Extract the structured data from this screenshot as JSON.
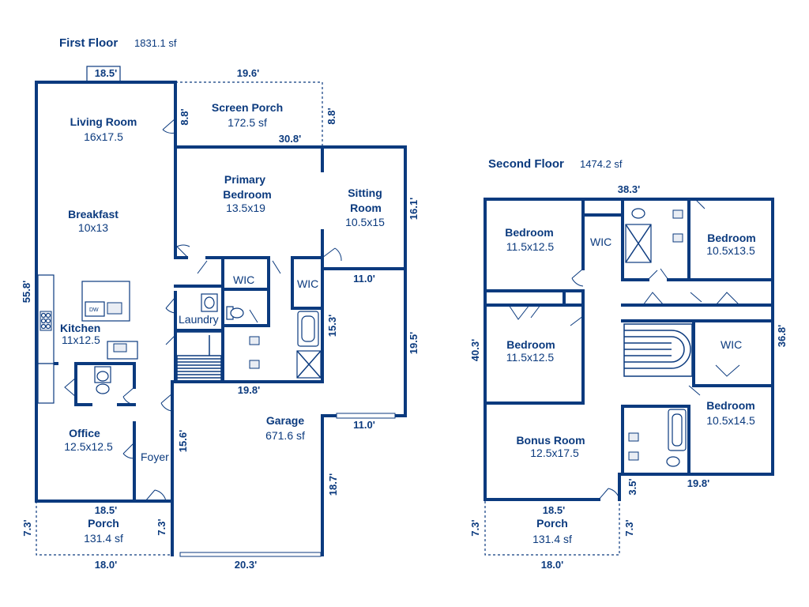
{
  "first_floor": {
    "title": "First Floor",
    "area": "1831.1 sf",
    "rooms": {
      "living_room": {
        "name": "Living Room",
        "size": "16x17.5"
      },
      "screen_porch": {
        "name": "Screen Porch",
        "size": "172.5 sf"
      },
      "primary_bedroom": {
        "name1": "Primary",
        "name2": "Bedroom",
        "size": "13.5x19"
      },
      "sitting_room": {
        "name1": "Sitting",
        "name2": "Room",
        "size": "10.5x15"
      },
      "breakfast": {
        "name": "Breakfast",
        "size": "10x13"
      },
      "kitchen": {
        "name": "Kitchen",
        "size": "11x12.5"
      },
      "wic1": {
        "name": "WIC"
      },
      "wic2": {
        "name": "WIC"
      },
      "laundry": {
        "name": "Laundry"
      },
      "office": {
        "name": "Office",
        "size": "12.5x12.5"
      },
      "foyer": {
        "name": "Foyer"
      },
      "garage": {
        "name": "Garage",
        "size": "671.6 sf"
      },
      "porch": {
        "name": "Porch",
        "size": "131.4 sf"
      }
    },
    "fixtures": {
      "dw": "DW"
    },
    "dims": {
      "fireplace": "18.5'",
      "porch_top": "19.6'",
      "porch_left": "8.8'",
      "porch_right": "8.8'",
      "porch_bottom": "30.8'",
      "sitting_right": "16.1'",
      "left_total": "55.8'",
      "sitting_bottom": "11.0'",
      "bath_height": "15.3'",
      "garage_right": "19.5'",
      "garage_top": "19.8'",
      "garage_step": "11.0'",
      "foyer_height": "15.6'",
      "garage_lower": "18.7'",
      "front_width": "18.5'",
      "porch_left_depth": "7.3'",
      "porch_right_depth": "7.3'",
      "porch_width": "18.0'",
      "garage_width": "20.3'"
    }
  },
  "second_floor": {
    "title": "Second Floor",
    "area": "1474.2 sf",
    "rooms": {
      "bedroom1": {
        "name": "Bedroom",
        "size": "11.5x12.5"
      },
      "wic_a": {
        "name": "WIC"
      },
      "bedroom2": {
        "name": "Bedroom",
        "size": "10.5x13.5"
      },
      "bedroom3": {
        "name": "Bedroom",
        "size": "11.5x12.5"
      },
      "wic_b": {
        "name": "WIC"
      },
      "bedroom4": {
        "name": "Bedroom",
        "size": "10.5x14.5"
      },
      "bonus_room": {
        "name": "Bonus Room",
        "size": "12.5x17.5"
      },
      "porch": {
        "name": "Porch",
        "size": "131.4 sf"
      }
    },
    "dims": {
      "top_width": "38.3'",
      "left_height": "40.3'",
      "right_height": "36.8'",
      "bath_step": "3.5'",
      "right_bottom": "19.8'",
      "front_width": "18.5'",
      "porch_left_depth": "7.3'",
      "porch_right_depth": "7.3'",
      "porch_width": "18.0'"
    }
  }
}
